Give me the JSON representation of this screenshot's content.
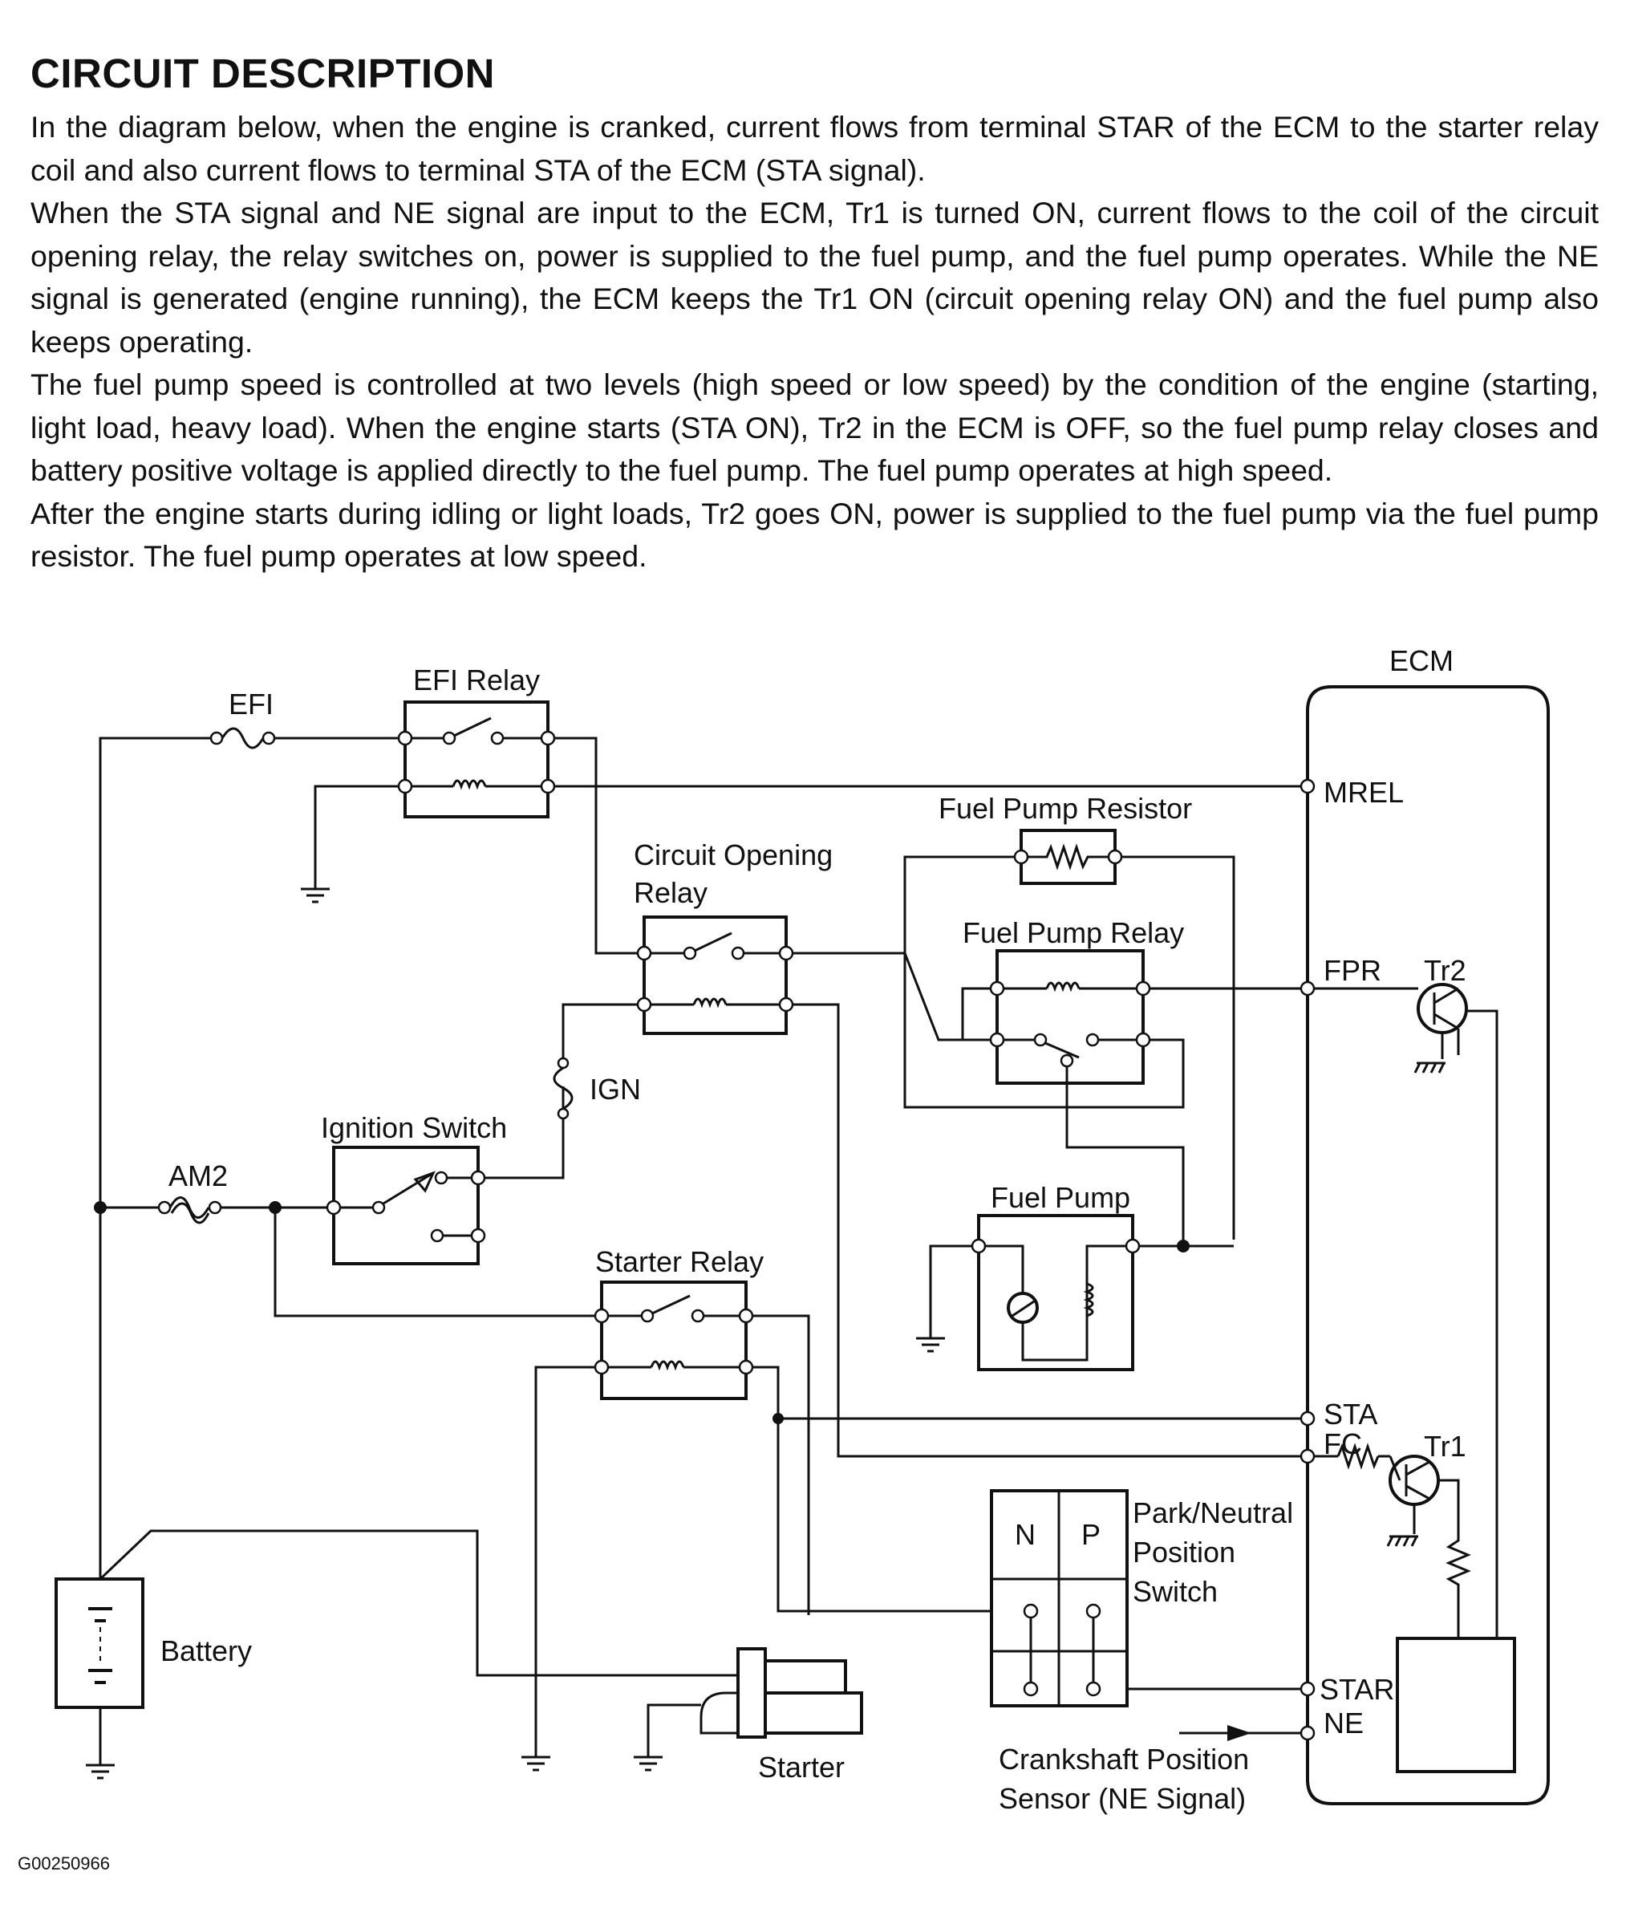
{
  "heading": "CIRCUIT DESCRIPTION",
  "paragraphs": [
    "In the diagram below, when the engine is cranked, current flows from terminal STAR of the ECM to the starter relay coil and also current flows to terminal STA of the ECM (STA signal).",
    "When the STA signal and NE signal are input to the ECM, Tr1 is turned ON, current flows to the coil of the circuit opening relay, the relay switches on, power is supplied to the fuel pump, and the fuel pump operates. While the NE signal is generated (engine running), the ECM keeps the Tr1 ON (circuit opening relay ON) and the fuel pump also keeps operating.",
    "The fuel pump speed is controlled at two levels (high speed or low speed) by the condition of the engine (starting, light load, heavy load). When the engine starts (STA ON), Tr2 in the ECM is OFF, so the fuel pump relay closes and battery positive voltage is applied directly to the fuel pump. The fuel pump operates at high speed.",
    "After the engine starts during idling or light loads, Tr2 goes ON, power is supplied to the fuel pump via the fuel pump resistor. The fuel pump operates at low speed."
  ],
  "diagram": {
    "ecm": "ECM",
    "efi_fuse": "EFI",
    "efi_relay": "EFI Relay",
    "am2_fuse": "AM2",
    "ignition_switch": "Ignition Switch",
    "ign_fuse": "IGN",
    "circuit_opening_relay_1": "Circuit Opening",
    "circuit_opening_relay_2": "Relay",
    "fuel_pump_resistor": "Fuel Pump Resistor",
    "fuel_pump_relay": "Fuel Pump Relay",
    "fuel_pump": "Fuel Pump",
    "starter_relay": "Starter Relay",
    "battery": "Battery",
    "starter": "Starter",
    "pn_switch_1": "Park/Neutral",
    "pn_switch_2": "Position",
    "pn_switch_3": "Switch",
    "pn_n": "N",
    "pn_p": "P",
    "crank_sensor_1": "Crankshaft Position",
    "crank_sensor_2": "Sensor (NE Signal)",
    "terminals": {
      "mrel": "MREL",
      "fpr": "FPR",
      "sta": "STA",
      "fc": "FC",
      "star": "STAR",
      "ne": "NE"
    },
    "tr1": "Tr1",
    "tr2": "Tr2"
  },
  "figure_id": "G00250966"
}
